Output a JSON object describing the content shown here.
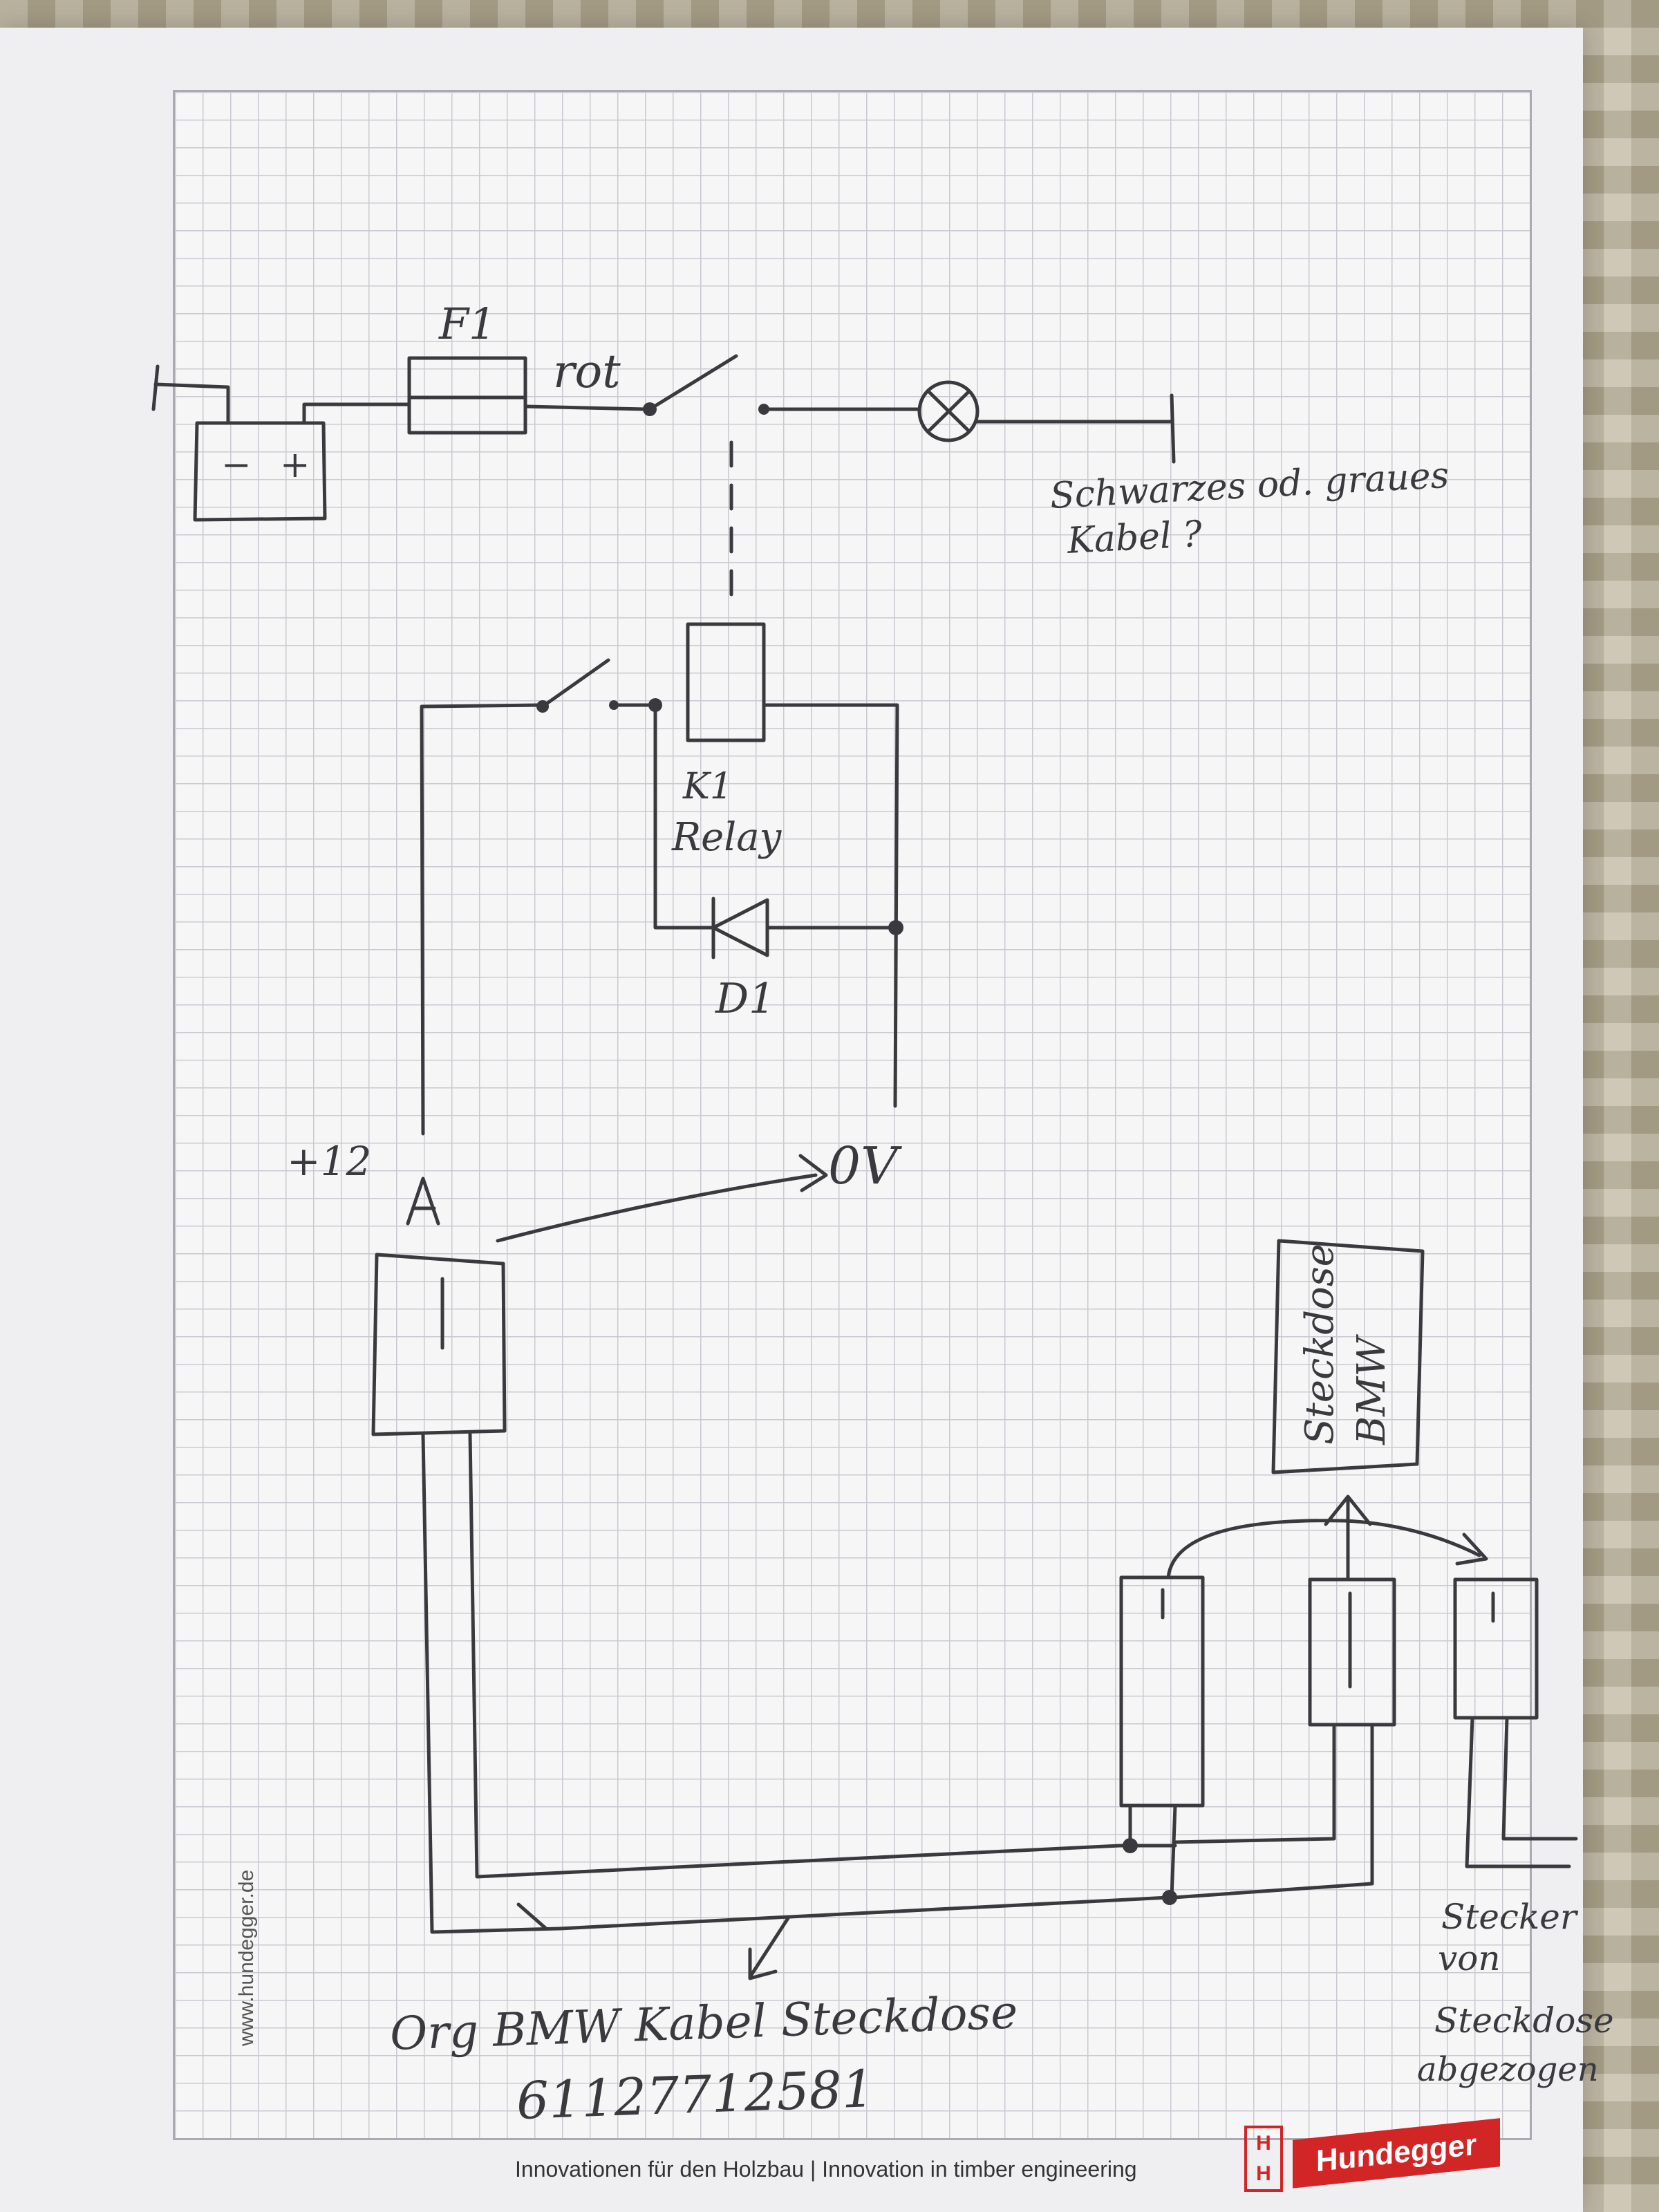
{
  "labels": {
    "fuse": "F1",
    "wire_color": "rot",
    "battery_minus": "−",
    "battery_plus": "+",
    "lamp_wire_note_line1": "Schwarzes od. graues",
    "lamp_wire_note_line2": "Kabel ?",
    "relay_id": "K1",
    "relay_name": "Relay",
    "diode": "D1",
    "plus12": "+12",
    "zero_volt": "0V",
    "socket_box_line1": "Steckdose",
    "socket_box_line2": "BMW",
    "cable_note_line1": "Org BMW Kabel Steckdose",
    "cable_note_line2": "61127712581",
    "plug_note_line1": "Stecker",
    "plug_note_line2": "von",
    "plug_note_line3": "Steckdose",
    "plug_note_line4": "abgezogen"
  },
  "paper_footer": {
    "website": "www.hundegger.de",
    "tagline": "Innovationen für den Holzbau | Innovation in timber engineering",
    "brand": "Hundegger",
    "logo_letters": [
      "H",
      "H"
    ]
  },
  "colors": {
    "pencil": "#3a3a3e",
    "logo_red": "#d22626"
  }
}
